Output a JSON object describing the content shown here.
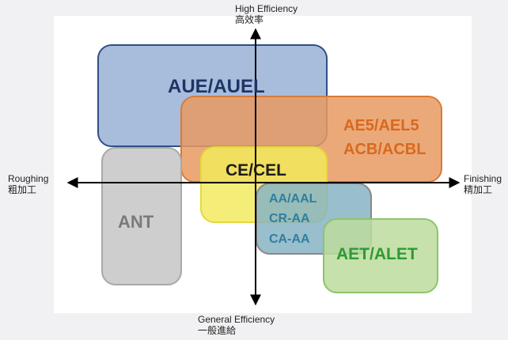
{
  "axes": {
    "top": {
      "en": "High Efficiency",
      "zh": "高效率"
    },
    "bottom": {
      "en": "General Efficiency",
      "zh": "一般進給"
    },
    "left": {
      "en": "Roughing",
      "zh": "粗加工"
    },
    "right": {
      "en": "Finishing",
      "zh": "精加工"
    }
  },
  "regions": {
    "aue": {
      "label": "AUE/AUEL",
      "fill": "#8faad2",
      "border": "#2e4f86",
      "text": "#1e3466"
    },
    "ae5": {
      "line1": "AE5/AEL5",
      "line2": "ACB/ACBL",
      "fill": "#e79a61",
      "border": "#d97a36",
      "text": "#d8691e"
    },
    "ant": {
      "label": "ANT",
      "fill": "#c9c9c9",
      "border": "#a8a8a8",
      "text": "#7a7a7a"
    },
    "ce": {
      "label": "CE/CEL",
      "fill": "#f1ea5a",
      "border": "#e6d83a",
      "text": "#1c1c1c"
    },
    "aa": {
      "line1": "AA/AAL",
      "line2": "CR-AA",
      "line3": "CA-AA",
      "fill": "#87b3c3",
      "border": "#888888",
      "text": "#2e7f9e"
    },
    "aet": {
      "label": "AET/ALET",
      "fill": "#bcdc9c",
      "border": "#8ec46a",
      "text": "#2e9a34"
    }
  }
}
